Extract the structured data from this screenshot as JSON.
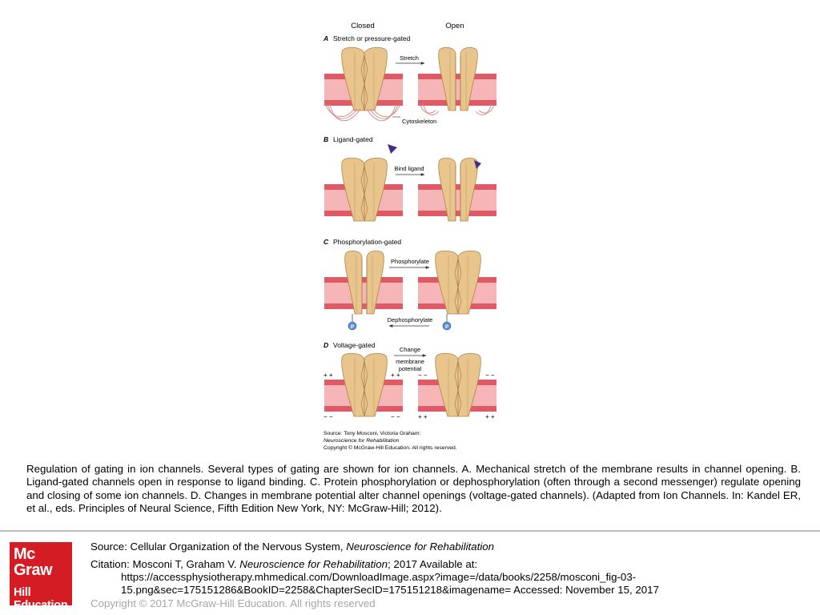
{
  "figure": {
    "col_closed": "Closed",
    "col_open": "Open",
    "panels": [
      {
        "letter": "A",
        "title": "Stretch or pressure-gated",
        "arrow": "Stretch",
        "note": "Cytoskeleton"
      },
      {
        "letter": "B",
        "title": "Ligand-gated",
        "arrow": "Bind ligand"
      },
      {
        "letter": "C",
        "title": "Phosphorylation-gated",
        "arrow": "Phosphorylate",
        "back_arrow": "Dephosphorylate",
        "p_label": "P"
      },
      {
        "letter": "D",
        "title": "Voltage-gated",
        "arrow": [
          "Change",
          "membrane",
          "potential"
        ],
        "charge_top_closed": "+ +",
        "charge_bottom_closed": "− −",
        "charge_top_open": "− −",
        "charge_bottom_open": "+ +"
      }
    ],
    "credit": [
      "Source: Tony Mosconi, Victoria Graham:",
      "Neuroscience for Rehabilitation",
      "Copyright © McGraw-Hill Education. All rights reserved."
    ]
  },
  "caption": "Regulation of gating in ion channels. Several types of gating are shown for ion channels. A. Mechanical stretch of the membrane results in channel opening. B. Ligand-gated channels open in response to ligand binding. C. Protein phosphorylation or dephosphorylation (often through a second messenger) regulate opening and closing of some ion channels. D. Changes in membrane potential alter channel openings (voltage-gated channels). (Adapted from Ion Channels. In: Kandel ER, et al., eds. Principles of Neural Science, Fifth Edition New York, NY: McGraw-Hill; 2012).",
  "logo": {
    "line1": "Mc",
    "line2": "Graw",
    "line3": "Hill",
    "line4": "Education"
  },
  "footer": {
    "source_prefix": "Source: Cellular Organization of the Nervous System, ",
    "source_book": "Neuroscience for Rehabilitation",
    "citation_prefix": "Citation: Mosconi T, Graham V. ",
    "citation_book": "Neuroscience for Rehabilitation",
    "citation_suffix": "; 2017 Available at:",
    "citation_url1": "https://accessphysiotherapy.mhmedical.com/DownloadImage.aspx?image=/data/books/2258/mosconi_fig-03-",
    "citation_url2": "15.png&sec=175151286&BookID=2258&ChapterSecID=175151218&imagename= Accessed: November 15, 2017",
    "copyright": "Copyright © 2017 McGraw-Hill Education. All rights reserved"
  },
  "colors": {
    "membrane_dark": "#e05a66",
    "membrane_light": "#f6b6b8",
    "channel": "#e8c58d",
    "channel_stroke": "#b0834b",
    "ligand": "#4b2e83",
    "phospho": "#5b8fd6",
    "logo_red": "#d41c25"
  }
}
